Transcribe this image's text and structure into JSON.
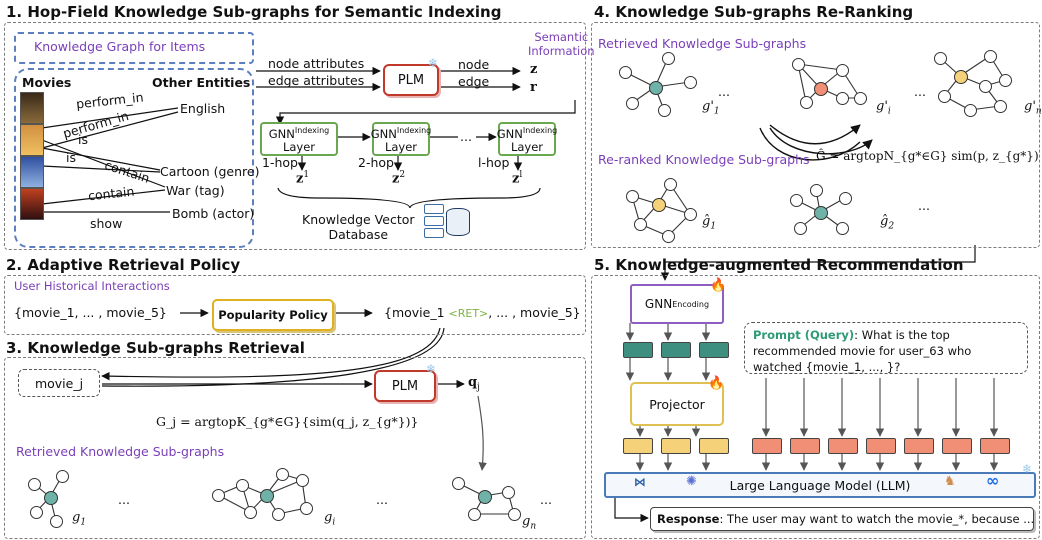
{
  "sections": {
    "s1": {
      "title": "1. Hop-Field Knowledge Sub-graphs for Semantic Indexing"
    },
    "s2": {
      "title": "2. Adaptive Retrieval Policy"
    },
    "s3": {
      "title": "3. Knowledge Sub-graphs Retrieval"
    },
    "s4": {
      "title": "4. Knowledge Sub-graphs Re-Ranking"
    },
    "s5": {
      "title": "5. Knowledge-augmented Recommendation"
    }
  },
  "kg": {
    "label": "Knowledge Graph for Items",
    "movies_header": "Movies",
    "entities_header": "Other Entities",
    "entities": [
      "English",
      "Cartoon (genre)",
      "War (tag)",
      "Bomb (actor)"
    ],
    "relations": [
      "perform_in",
      "perform_in",
      "is",
      "is",
      "contain",
      "contain",
      "show"
    ]
  },
  "indexing": {
    "node_attr": "node attributes",
    "edge_attr": "edge attributes",
    "plm": "PLM",
    "semantic_info": [
      "Semantic",
      "Information"
    ],
    "node": "node",
    "edge": "edge",
    "z": "z",
    "r": "r",
    "gnn_label": "GNN",
    "gnn_sup": "Indexing",
    "layer": "Layer",
    "hops": [
      "1-hop",
      "2-hop",
      "l-hop"
    ],
    "z_sub": [
      "1",
      "2",
      "l"
    ],
    "dots": "...",
    "db": [
      "Knowledge Vector",
      "Database"
    ]
  },
  "policy": {
    "user_hist": "User Historical Interactions",
    "input": "{movie_1, ... , movie_5}",
    "policy": "Popularity Policy",
    "out_pre": "{movie_1 ",
    "ret": "<RET>",
    "out_post": ",  ... , movie_5}"
  },
  "retrieval": {
    "movie_j": "movie_j",
    "plm": "PLM",
    "q": "q",
    "q_sub": "j",
    "formula": "G_j = argtopK_{g*∈G}{sim(q_j, z_{g*})}",
    "retrieved": "Retrieved Knowledge Sub-graphs",
    "g_labels": [
      "g",
      "g",
      "g"
    ],
    "g_subs": [
      "1",
      "i",
      "n"
    ],
    "dots": "..."
  },
  "rerank": {
    "retrieved": "Retrieved Knowledge Sub-graphs",
    "reranked": "Re-ranked Knowledge Sub-graphs",
    "g_prime": [
      "g'",
      "g'",
      "g'"
    ],
    "g_prime_subs": [
      "1",
      "i",
      "n"
    ],
    "g_hat": [
      "ĝ",
      "ĝ"
    ],
    "g_hat_subs": [
      "1",
      "2"
    ],
    "formula": "Ĝ = argtopN_{g*∈G} sim(p, z_{g*})",
    "dots": "..."
  },
  "rec": {
    "gnn_label": "GNN",
    "gnn_sup": "Encoding",
    "projector": "Projector",
    "prompt_label": "Prompt (Query)",
    "prompt_text": ": What is the top recommended movie for user_63 who watched {movie_1, ..., }?",
    "llm": "Large Language Model (LLM)",
    "response_label": "Response",
    "response_text": ": The user may want to watch the movie_*, because ..."
  },
  "colors": {
    "purple": "#7a3fb8",
    "plm_border": "#c0392b",
    "gnn_border": "#6aa84f",
    "teal_node": "#6fb3a8",
    "red_node": "#f08f76",
    "yellow_node": "#f5d27a",
    "kg_border": "#5b7fbf",
    "llm_border": "#4a7ab8"
  }
}
